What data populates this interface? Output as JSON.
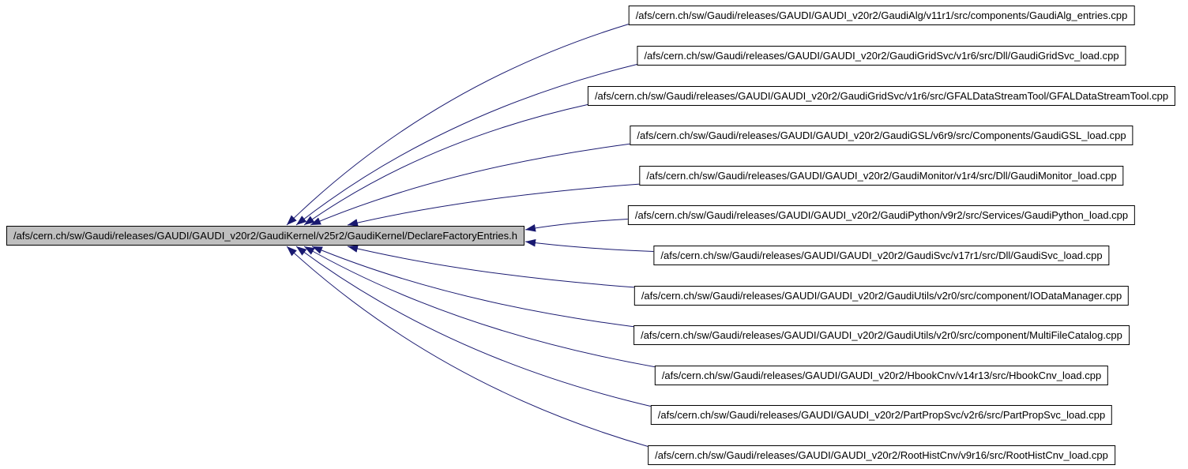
{
  "colors": {
    "edge": "#191970",
    "central_fill": "#bfbfbf",
    "node_fill": "#ffffff",
    "border": "#000000",
    "text": "#000000",
    "background": "#ffffff"
  },
  "graph": {
    "type": "included-by-dependency-graph",
    "central_node": {
      "label": "/afs/cern.ch/sw/Gaudi/releases/GAUDI/GAUDI_v20r2/GaudiKernel/v25r2/GaudiKernel/DeclareFactoryEntries.h"
    },
    "includers": [
      {
        "label": "/afs/cern.ch/sw/Gaudi/releases/GAUDI/GAUDI_v20r2/GaudiAlg/v11r1/src/components/GaudiAlg_entries.cpp"
      },
      {
        "label": "/afs/cern.ch/sw/Gaudi/releases/GAUDI/GAUDI_v20r2/GaudiGridSvc/v1r6/src/Dll/GaudiGridSvc_load.cpp"
      },
      {
        "label": "/afs/cern.ch/sw/Gaudi/releases/GAUDI/GAUDI_v20r2/GaudiGridSvc/v1r6/src/GFALDataStreamTool/GFALDataStreamTool.cpp"
      },
      {
        "label": "/afs/cern.ch/sw/Gaudi/releases/GAUDI/GAUDI_v20r2/GaudiGSL/v6r9/src/Components/GaudiGSL_load.cpp"
      },
      {
        "label": "/afs/cern.ch/sw/Gaudi/releases/GAUDI/GAUDI_v20r2/GaudiMonitor/v1r4/src/Dll/GaudiMonitor_load.cpp"
      },
      {
        "label": "/afs/cern.ch/sw/Gaudi/releases/GAUDI/GAUDI_v20r2/GaudiPython/v9r2/src/Services/GaudiPython_load.cpp"
      },
      {
        "label": "/afs/cern.ch/sw/Gaudi/releases/GAUDI/GAUDI_v20r2/GaudiSvc/v17r1/src/Dll/GaudiSvc_load.cpp"
      },
      {
        "label": "/afs/cern.ch/sw/Gaudi/releases/GAUDI/GAUDI_v20r2/GaudiUtils/v2r0/src/component/IODataManager.cpp"
      },
      {
        "label": "/afs/cern.ch/sw/Gaudi/releases/GAUDI/GAUDI_v20r2/GaudiUtils/v2r0/src/component/MultiFileCatalog.cpp"
      },
      {
        "label": "/afs/cern.ch/sw/Gaudi/releases/GAUDI/GAUDI_v20r2/HbookCnv/v14r13/src/HbookCnv_load.cpp"
      },
      {
        "label": "/afs/cern.ch/sw/Gaudi/releases/GAUDI/GAUDI_v20r2/PartPropSvc/v2r6/src/PartPropSvc_load.cpp"
      },
      {
        "label": "/afs/cern.ch/sw/Gaudi/releases/GAUDI/GAUDI_v20r2/RootHistCnv/v9r16/src/RootHistCnv_load.cpp"
      }
    ]
  }
}
